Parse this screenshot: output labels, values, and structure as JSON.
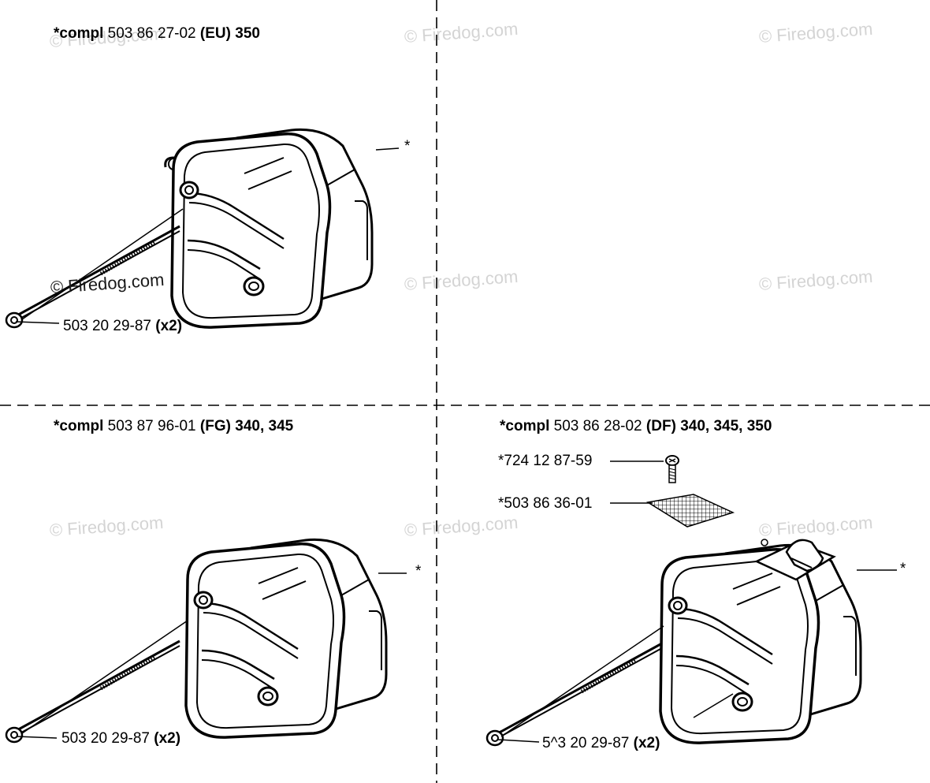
{
  "watermark": "© Firedog.com",
  "panels": [
    {
      "id": "eu",
      "heading": {
        "prefix": "*compl",
        "number": "503 86 27-02",
        "variant": "(EU)",
        "models": "350"
      },
      "callouts": [
        {
          "text": "*"
        },
        {
          "number": "503 20 29-87",
          "qty": "(x2)"
        }
      ]
    },
    {
      "id": "fg",
      "heading": {
        "prefix": "*compl",
        "number": "503 87 96-01",
        "variant": "(FG)",
        "models": "340, 345"
      },
      "callouts": [
        {
          "text": "*"
        },
        {
          "number": "503 20 29-87",
          "qty": "(x2)"
        }
      ]
    },
    {
      "id": "df",
      "heading": {
        "prefix": "*compl",
        "number": "503 86 28-02",
        "variant": "(DF)",
        "models": "340, 345, 350"
      },
      "callouts": [
        {
          "text": "*724 12 87-59"
        },
        {
          "text": "*503 86 36-01"
        },
        {
          "text": "*"
        },
        {
          "number": "5^3 20 29-87",
          "qty": "(x2)"
        }
      ]
    }
  ]
}
